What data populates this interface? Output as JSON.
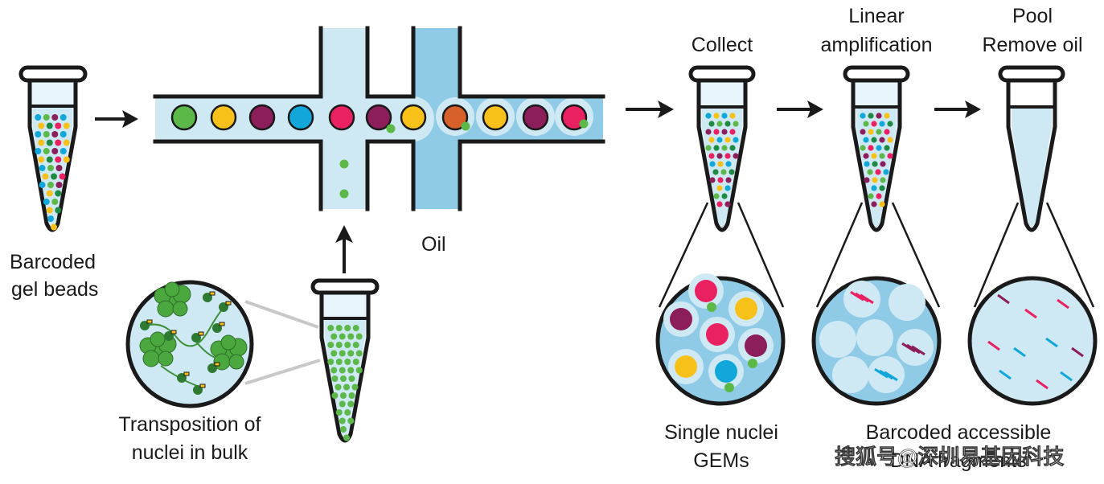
{
  "colors": {
    "green": "#5cb848",
    "yellow": "#f7c11a",
    "purple": "#8b1e5b",
    "blue": "#11a7db",
    "pink": "#ea2160",
    "orange": "#d8602a",
    "darkgreen": "#1e8a44",
    "channel": "#cfe9f4",
    "oil": "#8fcbe6",
    "outline": "#1a1a1a"
  },
  "labels": {
    "barcoded_gel_beads_line1": "Barcoded",
    "barcoded_gel_beads_line2": "gel beads",
    "oil": "Oil",
    "transposition_line1": "Transposition of",
    "transposition_line2": "nuclei in bulk",
    "collect": "Collect",
    "linear_line1": "Linear",
    "linear_line2": "amplification",
    "pool_line1": "Pool",
    "pool_line2": "Remove oil",
    "single_nuclei_line1": "Single nuclei",
    "single_nuclei_line2": "GEMs",
    "barcoded_accessible_line1": "Barcoded accessible",
    "barcoded_accessible_line2": "DNA fragments"
  },
  "watermark": "搜狐号@深圳易基因科技"
}
